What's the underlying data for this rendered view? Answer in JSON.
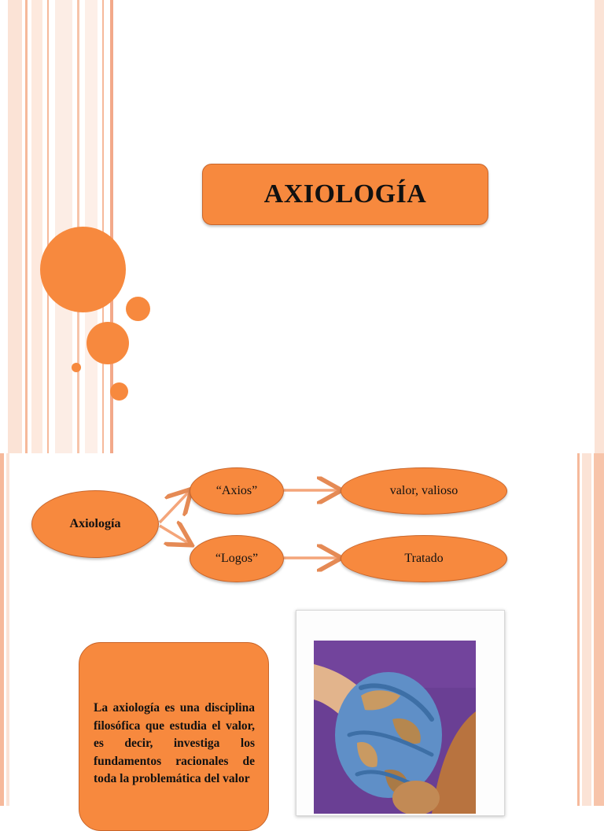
{
  "slide1": {
    "title": "AXIOLOGÍA"
  },
  "slide2": {
    "root": "Axiología",
    "branch_top": "“Axios”",
    "branch_bottom": "“Logos”",
    "meaning_top": "valor, valioso",
    "meaning_bottom": "Tratado",
    "definition": "La axiología es una disciplina filosófica que estudia el valor, es decir, investiga los fundamentos racionales de toda la problemática del valor",
    "image_icon": "hands-globe-photo"
  },
  "colors": {
    "accent": "#f7893e",
    "accent_border": "#c9652a",
    "stripe_light": "#fbd7c5",
    "stripe_mid": "#f6b99b"
  }
}
